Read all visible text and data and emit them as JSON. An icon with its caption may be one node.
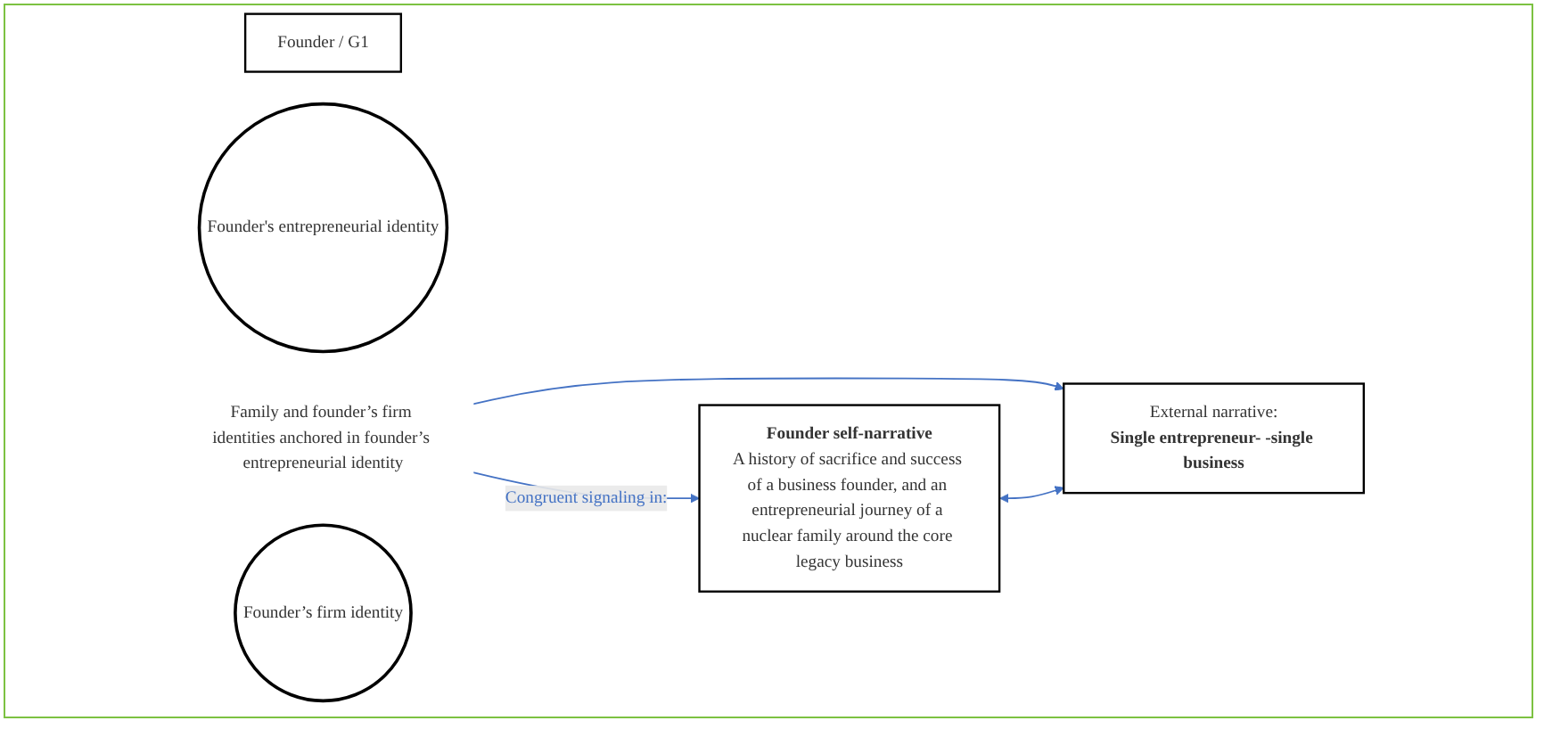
{
  "diagram": {
    "nodes": [
      {
        "text": [
          "Founder / G1"
        ]
      },
      {
        "text": [
          "Founder's entrepreneurial identity"
        ]
      },
      {
        "text": [
          "Family and founder’s firm identities anchored in founder’s entrepreneurial identity"
        ]
      },
      {
        "text": [
          "Founder’s firm identity"
        ]
      },
      {
        "text": [
          "Founder self-narrative",
          "A history of sacrifice and success of a business founder, and an entrepreneurial journey of a nuclear family around the core legacy business"
        ]
      },
      {
        "text": [
          "External narrative:",
          "Single entrepreneur- -single business"
        ]
      }
    ],
    "edges": [
      {
        "from": 2,
        "to": 4,
        "arrow": "to",
        "label": "Congruent signaling in:"
      },
      {
        "from": 2,
        "to": 5,
        "arrow": "to"
      },
      {
        "from": 4,
        "to": 5,
        "arrow": "both"
      }
    ]
  }
}
